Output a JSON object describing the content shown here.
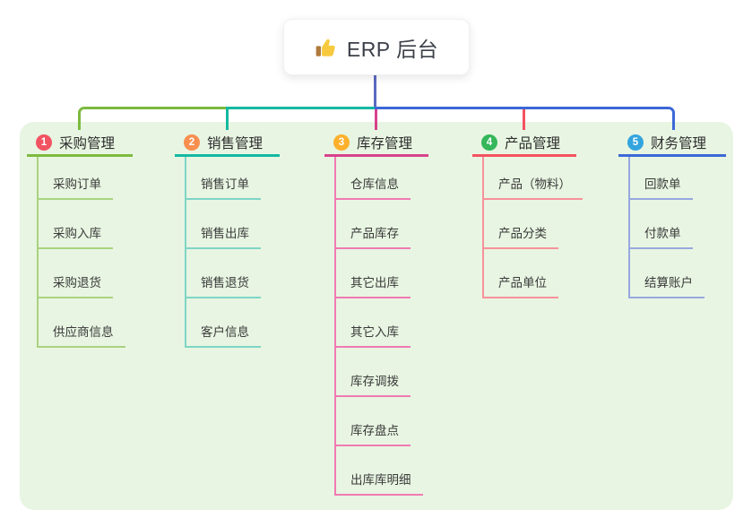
{
  "root": {
    "title": "ERP 后台",
    "icon": "thumbs-up-icon",
    "stem_color": "#5b6ac0"
  },
  "canvas": {
    "background": "#ffffff",
    "panel_background": "#e8f5e2"
  },
  "branches": [
    {
      "badge": "1",
      "label": "采购管理",
      "colors": {
        "badge": "#f25362",
        "line": "#7cba3f",
        "child_line": "#a9d37f"
      },
      "children": [
        "采购订单",
        "采购入库",
        "采购退货",
        "供应商信息"
      ]
    },
    {
      "badge": "2",
      "label": "销售管理",
      "colors": {
        "badge": "#f88f4f",
        "line": "#13b9a1",
        "child_line": "#7fd5c6"
      },
      "children": [
        "销售订单",
        "销售出库",
        "销售退货",
        "客户信息"
      ]
    },
    {
      "badge": "3",
      "label": "库存管理",
      "colors": {
        "badge": "#fcb02c",
        "line": "#d8428c",
        "child_line": "#f07ab2"
      },
      "children": [
        "仓库信息",
        "产品库存",
        "其它出库",
        "其它入库",
        "库存调拨",
        "库存盘点",
        "出库库明细"
      ]
    },
    {
      "badge": "4",
      "label": "产品管理",
      "colors": {
        "badge": "#35b75a",
        "line": "#f4525f",
        "child_line": "#f7929b"
      },
      "children": [
        "产品（物料）",
        "产品分类",
        "产品单位"
      ]
    },
    {
      "badge": "5",
      "label": "财务管理",
      "colors": {
        "badge": "#33a4de",
        "line": "#3c68d7",
        "child_line": "#97a8e0"
      },
      "children": [
        "回款单",
        "付款单",
        "结算账户"
      ]
    }
  ]
}
